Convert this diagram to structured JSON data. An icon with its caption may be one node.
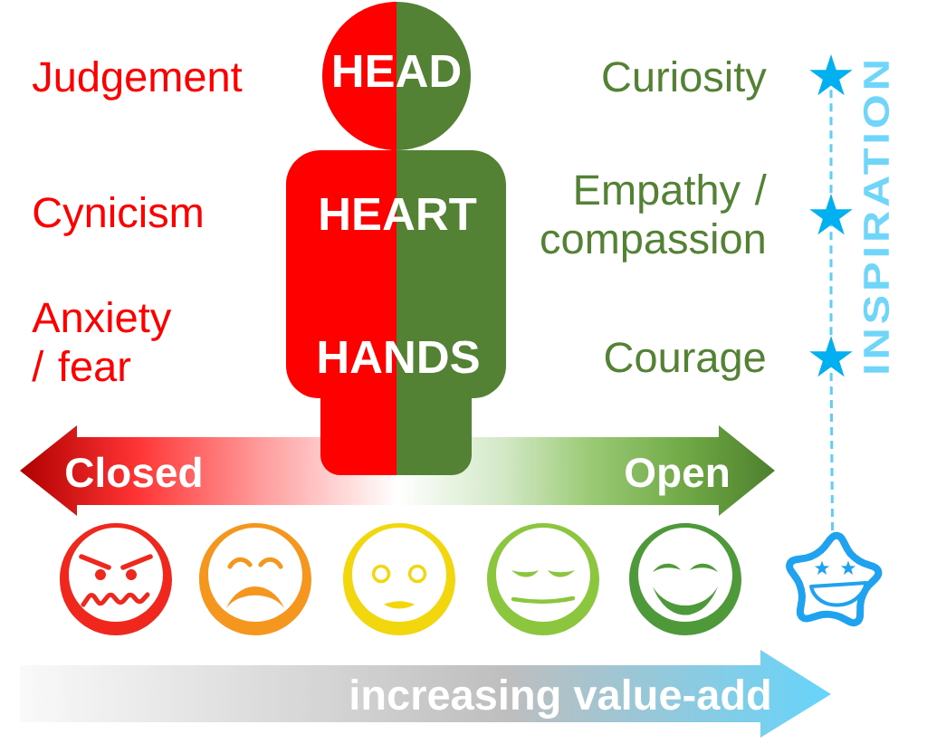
{
  "diagram": {
    "nodes": [
      {
        "text": [
          "HEAD"
        ]
      },
      {
        "text": [
          "HEART",
          "HANDS"
        ]
      },
      {
        "text": [],
        "shape": "star"
      },
      {
        "text": [],
        "shape": "star"
      },
      {
        "text": [],
        "shape": "star"
      },
      {
        "text": [
          "Closed",
          "Open"
        ]
      },
      {
        "text": [],
        "shape": "picture"
      },
      {
        "text": [
          "increasing value-add"
        ]
      }
    ],
    "edges": [
      {
        "from": 6,
        "to": 4,
        "arrow": "none",
        "style": "dashed"
      },
      {
        "from": 4,
        "to": 3,
        "arrow": "none",
        "style": "dashed"
      },
      {
        "from": 3,
        "to": 2,
        "arrow": "none",
        "style": "dashed"
      }
    ],
    "labels": [
      "Judgement",
      "Curiosity",
      "Cynicism",
      "Empathy / compassion",
      "Anxiety / fear",
      "Courage",
      "INSPIRATION"
    ]
  }
}
